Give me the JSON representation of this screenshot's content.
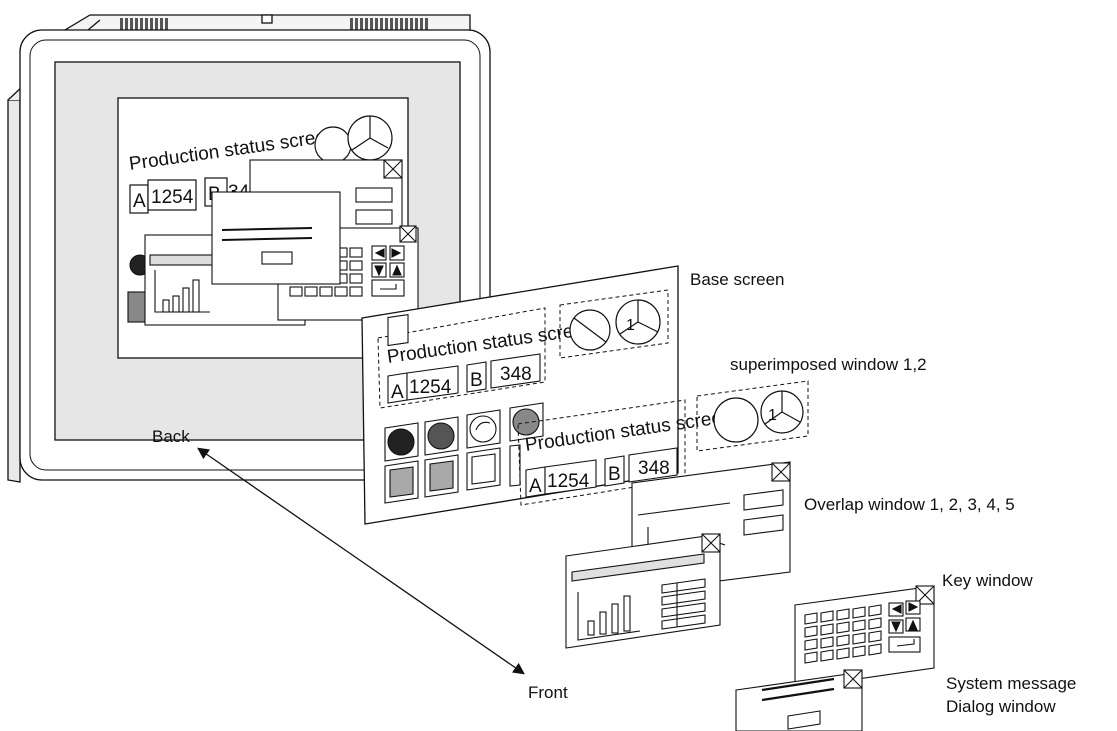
{
  "labels": {
    "base_screen": "Base screen",
    "superimposed": "superimposed window 1,2",
    "overlap": "Overlap window 1, 2, 3, 4, 5",
    "key_window": "Key window",
    "system_message_line1": "System message",
    "system_message_line2": "Dialog window",
    "back": "Back",
    "front": "Front"
  },
  "screen_text": {
    "title": "Production status screen",
    "label_a": "A",
    "value_a": "1254",
    "label_b": "B",
    "value_b": "348",
    "value_b_hidden": "348",
    "circle_number": "1"
  },
  "colors": {
    "line": "#111111",
    "panel_grey": "#e6e6e6",
    "button_dark": "#222222",
    "button_mid": "#5a5a5a",
    "button_light": "#bdbdbd"
  }
}
